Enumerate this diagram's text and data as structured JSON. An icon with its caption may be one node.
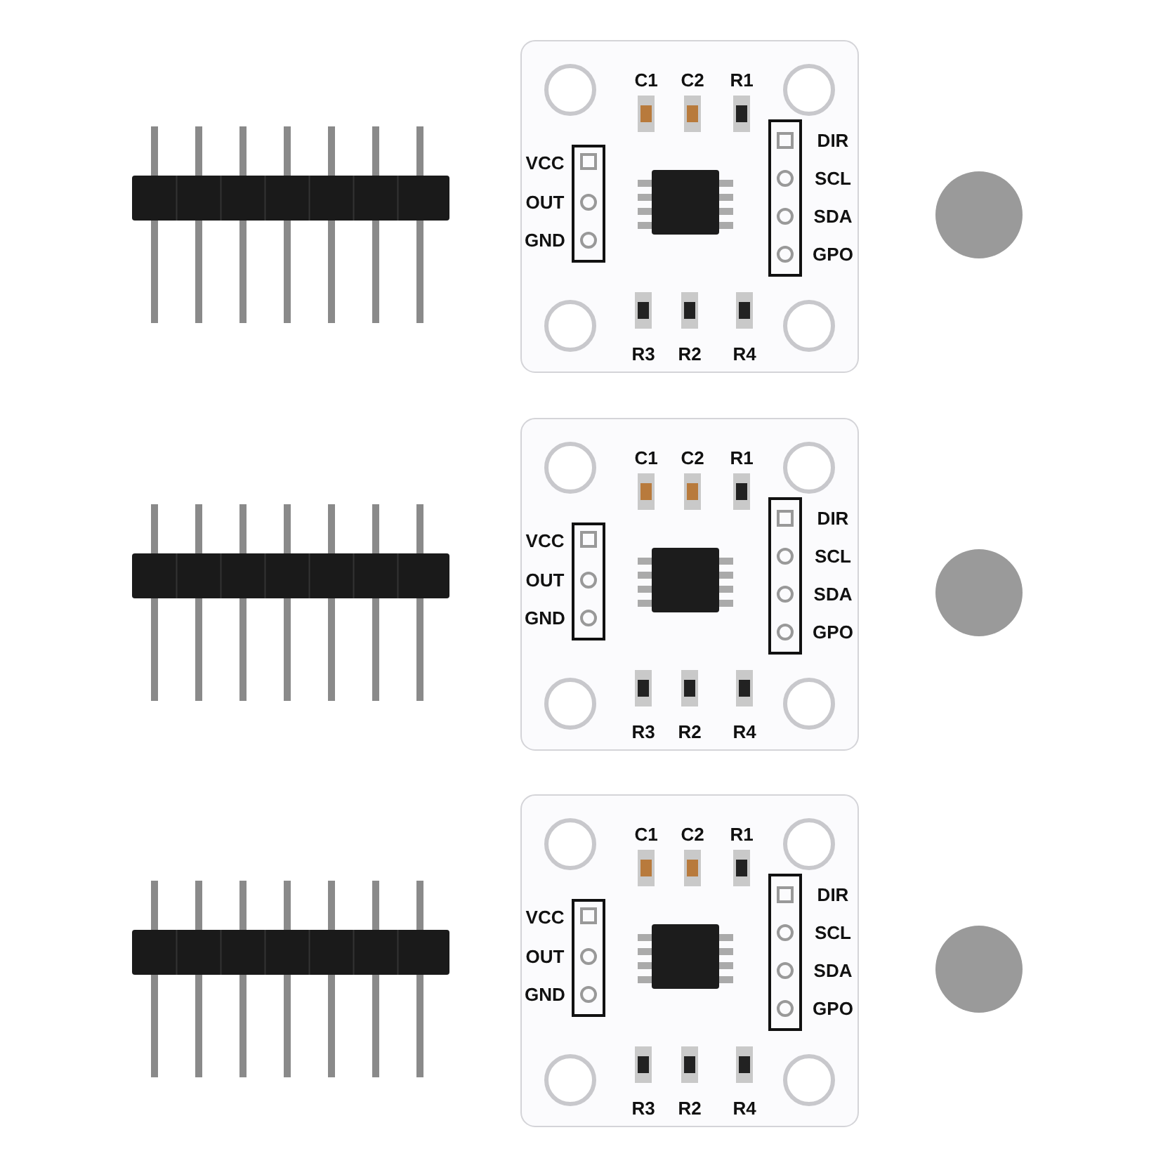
{
  "diagram": {
    "labels": [
      "C1",
      "C2",
      "R1",
      "DIR",
      "VCC",
      "SCL",
      "OUT",
      "SDA",
      "GND",
      "GPO",
      "R3",
      "R2",
      "R4",
      "C1",
      "C2",
      "R1",
      "DIR",
      "VCC",
      "SCL",
      "OUT",
      "SDA",
      "GND",
      "GPO",
      "R3",
      "R2",
      "R4",
      "C1",
      "C2",
      "R1",
      "DIR",
      "VCC",
      "SCL",
      "OUT",
      "SDA",
      "GND",
      "GPO",
      "R3",
      "R2",
      "R4"
    ]
  }
}
